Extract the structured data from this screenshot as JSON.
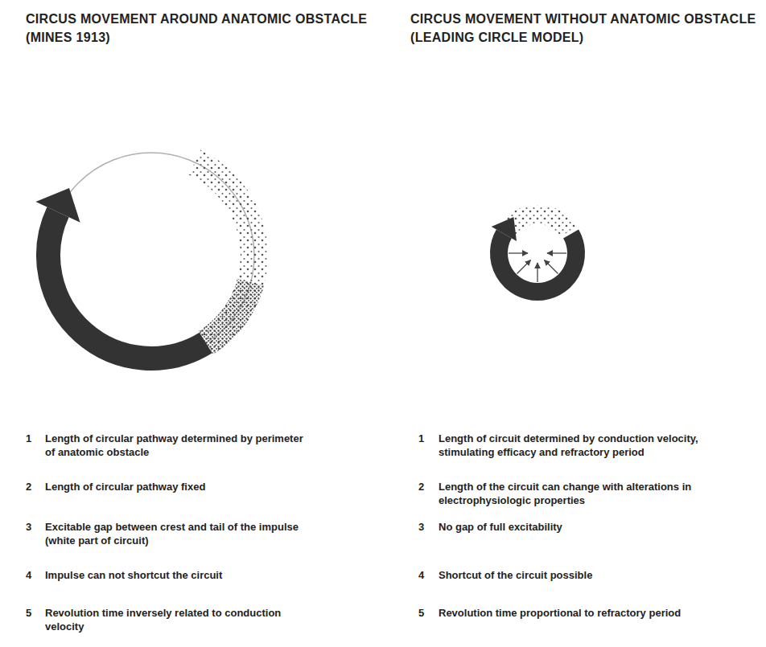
{
  "diagram": {
    "labels": [
      "CIRCUS MOVEMENT AROUND ANATOMIC OBSTACLE (MINES 1913)",
      "CIRCUS MOVEMENT WITHOUT ANATOMIC OBSTACLE (LEADING CIRCLE MODEL)",
      "1",
      "Length of circular pathway determined by perimeter of anatomic obstacle",
      "2",
      "Length of circular pathway fixed",
      "3",
      "Excitable gap between crest and tail of the impulse (white part of circuit)",
      "4",
      "Impulse can not shortcut the circuit",
      "5",
      "Revolution time inversely related to conduction velocity",
      "1",
      "Length of circuit determined by conduction velocity, stimulating efficacy and refractory period",
      "2",
      "Length of the circuit can change with alterations in electrophysiologic properties",
      "3",
      "No gap of full excitability",
      "4",
      "Shortcut of the circuit possible",
      "5",
      "Revolution time proportional to refractory period"
    ]
  }
}
